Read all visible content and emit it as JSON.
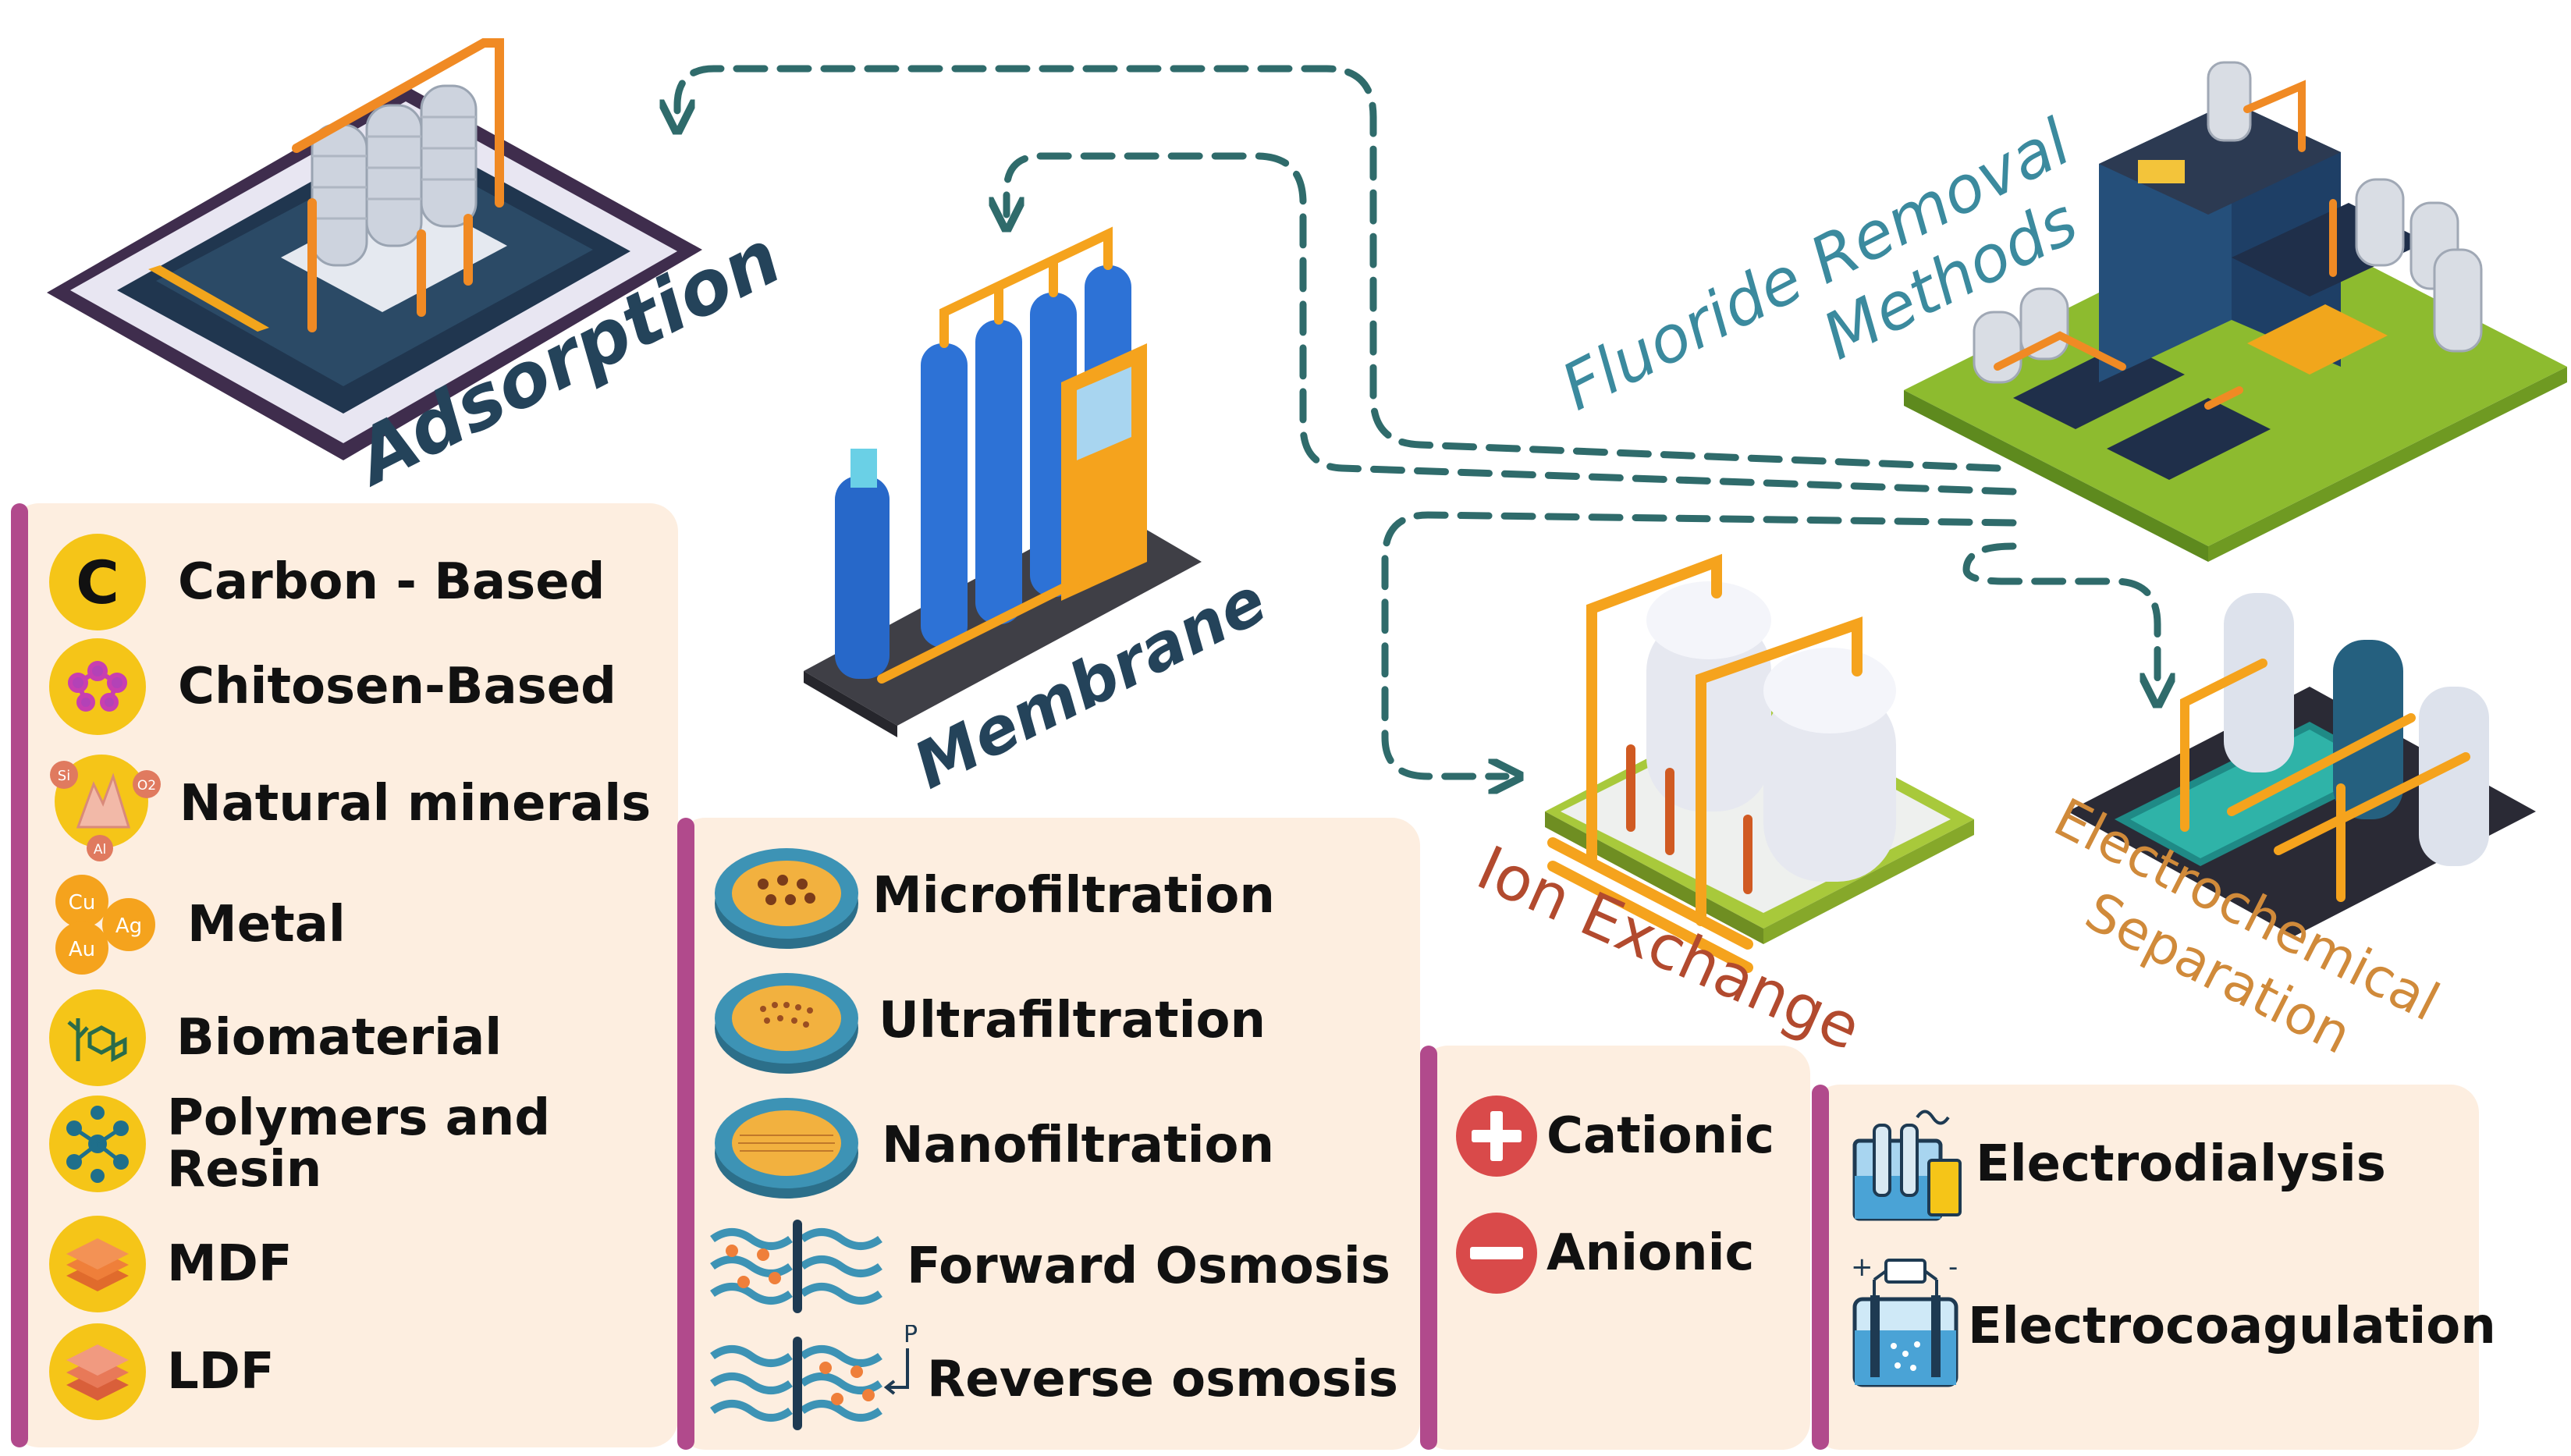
{
  "main_title": {
    "line1": "Fluoride Removal",
    "line2": "Methods"
  },
  "methods": {
    "adsorption": "Adsorption",
    "membrane": "Membrane",
    "ion_exchange": "Ion Exchange",
    "electrochemical_line1": "Electrochemical",
    "electrochemical_line2": "Separation"
  },
  "adsorption_items": [
    {
      "label": "Carbon - Based",
      "icon_text": "C"
    },
    {
      "label": "Chitosen-Based"
    },
    {
      "label": "Natural minerals",
      "icon_tags": [
        "Si",
        "O2",
        "Al"
      ]
    },
    {
      "label": "Metal",
      "icon_tags": [
        "Cu",
        "Ag",
        "Au"
      ]
    },
    {
      "label": "Biomaterial"
    },
    {
      "label_line1": "Polymers and",
      "label_line2": "Resin"
    },
    {
      "label": "MDF"
    },
    {
      "label": "LDF"
    }
  ],
  "membrane_items": [
    {
      "label": "Microfiltration"
    },
    {
      "label": "Ultrafiltration"
    },
    {
      "label": "Nanofiltration"
    },
    {
      "label": "Forward Osmosis"
    },
    {
      "label": "Reverse osmosis",
      "icon_text": "P"
    }
  ],
  "ion_items": [
    {
      "label": "Cationic"
    },
    {
      "label": "Anionic"
    }
  ],
  "electro_items": [
    {
      "label": "Electrodialysis"
    },
    {
      "label": "Electrocoagulation",
      "icon_plus": "+",
      "icon_minus": "-"
    }
  ],
  "colors": {
    "panel": "#fdeee0",
    "accent_bar": "#b14a8c",
    "arrow": "#2f6b6b",
    "title_teal": "#3b8a9e",
    "method_navy": "#24435a",
    "ion_red": "#b24a2e",
    "electro_orange": "#d08a3a"
  }
}
